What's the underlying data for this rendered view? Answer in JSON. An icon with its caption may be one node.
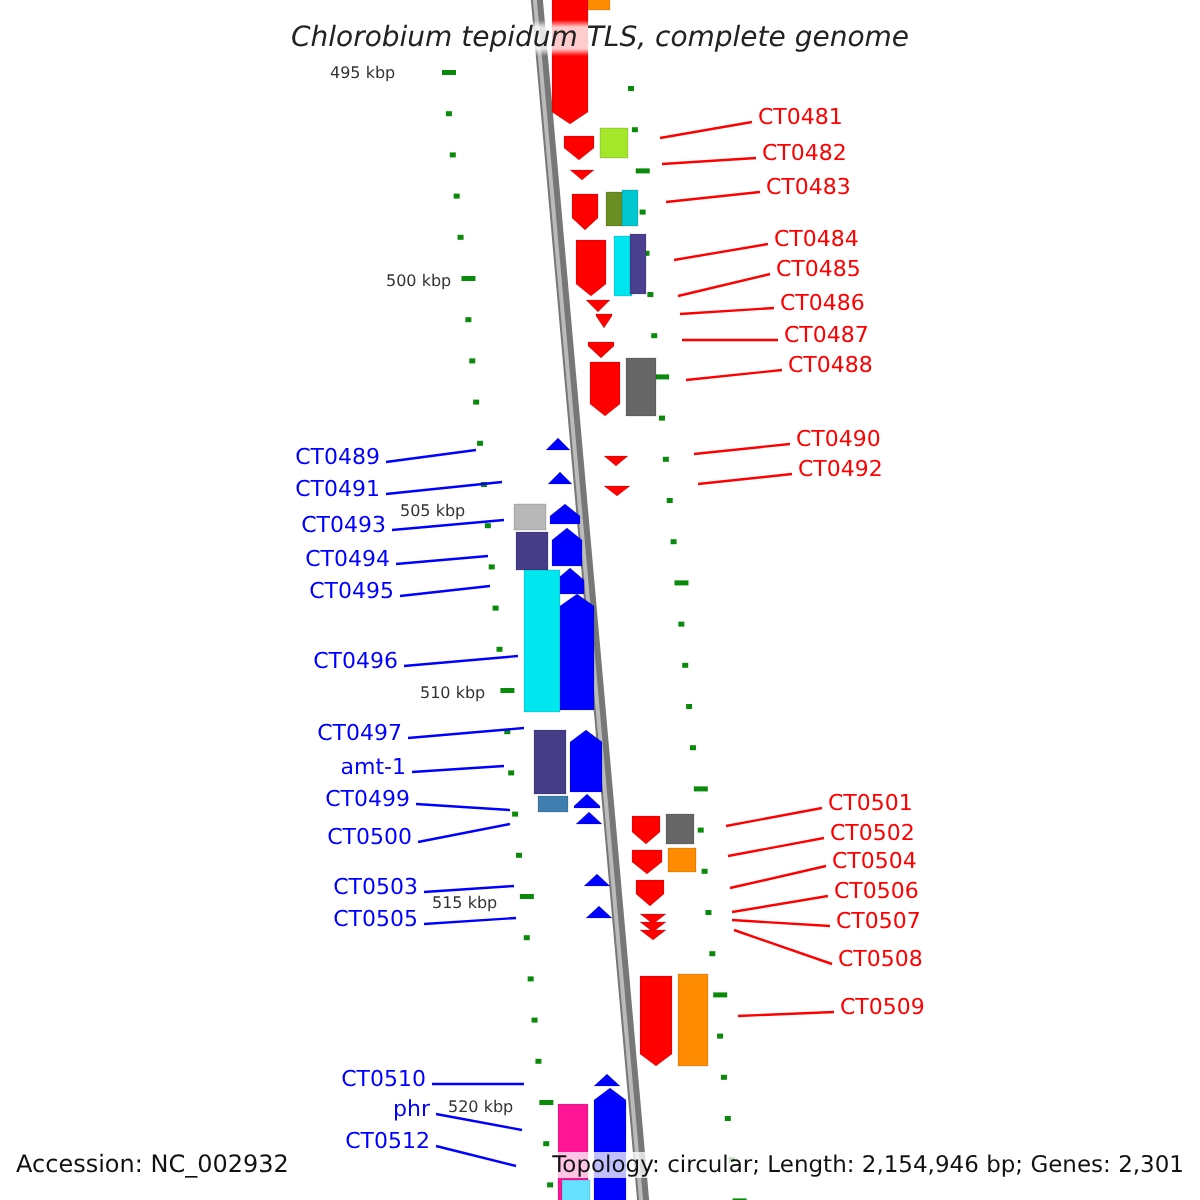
{
  "diagram": {
    "title": "Chlorobium tepidum TLS, complete genome",
    "nodes": [
      {
        "text": [
          "CT0481"
        ]
      },
      {
        "text": [
          "CT0482"
        ]
      },
      {
        "text": [
          "CT0483"
        ]
      },
      {
        "text": [
          "CT0484"
        ]
      },
      {
        "text": [
          "CT0485"
        ]
      },
      {
        "text": [
          "CT0486"
        ]
      },
      {
        "text": [
          "CT0487"
        ]
      },
      {
        "text": [
          "CT0488"
        ]
      },
      {
        "text": [
          "CT0490"
        ]
      },
      {
        "text": [
          "CT0489"
        ]
      },
      {
        "text": [
          "CT0492"
        ]
      },
      {
        "text": [
          "CT0491"
        ]
      },
      {
        "text": [
          "CT0493"
        ]
      },
      {
        "text": [
          "CT0494"
        ]
      },
      {
        "text": [
          "CT0495"
        ]
      },
      {
        "text": [
          "CT0496"
        ]
      },
      {
        "text": [
          "CT0497"
        ]
      },
      {
        "text": [
          "amt-1"
        ]
      },
      {
        "text": [
          "CT0499"
        ]
      },
      {
        "text": [
          "CT0501"
        ]
      },
      {
        "text": [
          "CT0502"
        ]
      },
      {
        "text": [
          "CT0500"
        ]
      },
      {
        "text": [
          "CT0504"
        ]
      },
      {
        "text": [
          "CT0503"
        ]
      },
      {
        "text": [
          "CT0506"
        ]
      },
      {
        "text": [
          "CT0505"
        ]
      },
      {
        "text": [
          "CT0507"
        ]
      },
      {
        "text": [
          "CT0508"
        ]
      },
      {
        "text": [
          "CT0509"
        ]
      },
      {
        "text": [
          "CT0510"
        ]
      },
      {
        "text": [
          "phr"
        ]
      },
      {
        "text": [
          "CT0512"
        ]
      }
    ],
    "edges": [
      {
        "from": 0,
        "to": null,
        "arrow": "none"
      },
      {
        "from": 1,
        "to": null,
        "arrow": "none"
      },
      {
        "from": 2,
        "to": null,
        "arrow": "none"
      },
      {
        "from": 3,
        "to": null,
        "arrow": "none"
      },
      {
        "from": 4,
        "to": null,
        "arrow": "none"
      },
      {
        "from": 5,
        "to": null,
        "arrow": "none"
      },
      {
        "from": 6,
        "to": null,
        "arrow": "none"
      },
      {
        "from": 7,
        "to": null,
        "arrow": "none"
      },
      {
        "from": 8,
        "to": null,
        "arrow": "none"
      },
      {
        "from": 9,
        "to": null,
        "arrow": "none",
        "color": "#0000ff"
      },
      {
        "from": 10,
        "to": null,
        "arrow": "none"
      },
      {
        "from": 11,
        "to": null,
        "arrow": "none",
        "color": "#0000ff"
      },
      {
        "from": 12,
        "to": null,
        "arrow": "none",
        "color": "#0000ff"
      },
      {
        "from": 13,
        "to": null,
        "arrow": "none",
        "color": "#0000ff"
      },
      {
        "from": 14,
        "to": null,
        "arrow": "none",
        "color": "#0000ff"
      },
      {
        "from": 15,
        "to": null,
        "arrow": "none",
        "color": "#0000ff"
      },
      {
        "from": 16,
        "to": null,
        "arrow": "none",
        "color": "#0000ff"
      },
      {
        "from": 17,
        "to": null,
        "arrow": "none",
        "color": "#0000ff"
      },
      {
        "from": 18,
        "to": null,
        "arrow": "none",
        "color": "#0000ff"
      },
      {
        "from": 19,
        "to": null,
        "arrow": "none"
      },
      {
        "from": 20,
        "to": null,
        "arrow": "none"
      },
      {
        "from": 21,
        "to": null,
        "arrow": "none",
        "color": "#0000ff"
      },
      {
        "from": 22,
        "to": null,
        "arrow": "none"
      },
      {
        "from": 23,
        "to": null,
        "arrow": "none",
        "color": "#0000ff"
      },
      {
        "from": 24,
        "to": null,
        "arrow": "none"
      },
      {
        "from": 25,
        "to": null,
        "arrow": "none",
        "color": "#0000ff"
      },
      {
        "from": 26,
        "to": null,
        "arrow": "none"
      },
      {
        "from": 27,
        "to": null,
        "arrow": "none"
      },
      {
        "from": 28,
        "to": null,
        "arrow": "none"
      },
      {
        "from": 29,
        "to": null,
        "arrow": "none",
        "color": "#0000ff"
      },
      {
        "from": 30,
        "to": null,
        "arrow": "none",
        "color": "#0000ff"
      },
      {
        "from": 31,
        "to": null,
        "arrow": "none",
        "color": "#0000ff"
      }
    ],
    "labels": [
      "495 kbp",
      "500 kbp",
      "505 kbp",
      "510 kbp",
      "515 kbp",
      "520 kbp",
      "Accession: NC_002932",
      "Topology: circular; Length: 2,154,946 bp; Genes: 2,301"
    ]
  }
}
